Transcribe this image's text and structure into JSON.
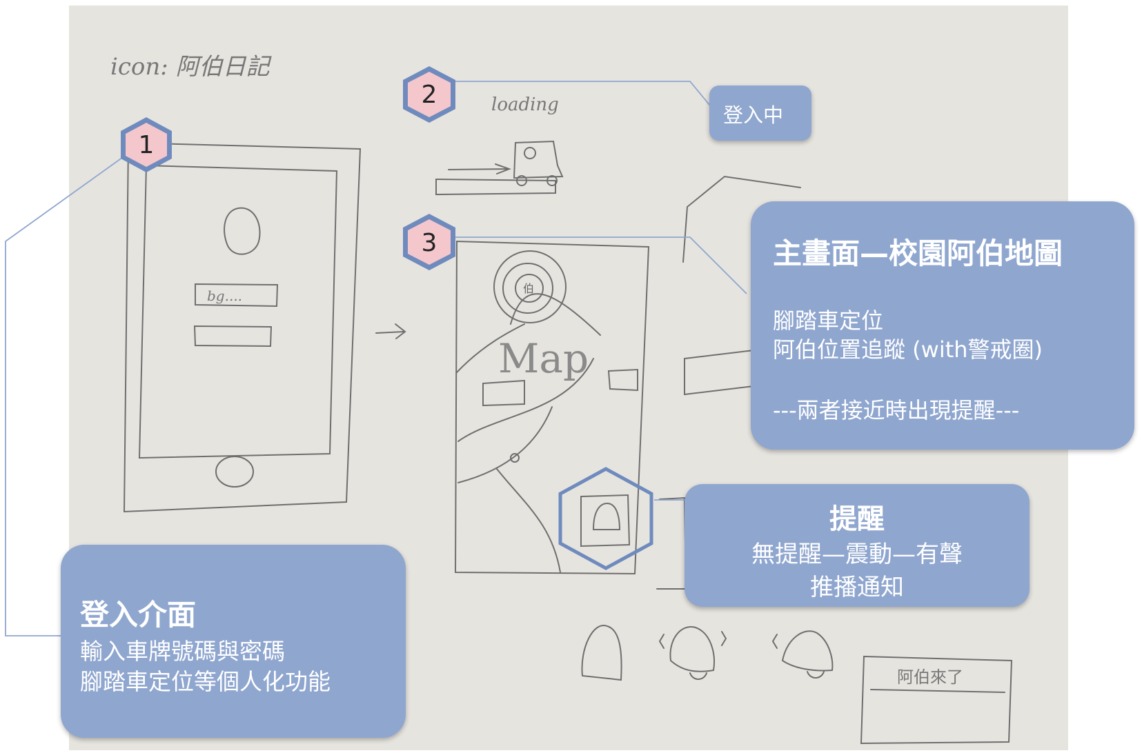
{
  "sketch_text": {
    "icon_note": "icon: 阿伯日記",
    "loading": "loading",
    "map": "Map",
    "pin": "伯",
    "username_field": "bg....",
    "notification": "阿伯來了"
  },
  "badges": [
    {
      "number": "1"
    },
    {
      "number": "2"
    },
    {
      "number": "3"
    }
  ],
  "callouts": {
    "login": {
      "title": "登入介面",
      "line1": "輸入車牌號碼與密碼",
      "line2": "腳踏車定位等個人化功能"
    },
    "loading": {
      "title": "登入中"
    },
    "main": {
      "title": "主畫面—校園阿伯地圖",
      "line1": "腳踏車定位",
      "line2": "阿伯位置追蹤 (with警戒圈)",
      "line3": "---兩者接近時出現提醒---"
    },
    "reminder": {
      "title": "提醒",
      "line1": "無提醒—震動—有聲",
      "line2": "推播通知"
    }
  },
  "colors": {
    "callout_fill": "#8fa6cf",
    "badge_fill": "#f4c7cc",
    "badge_border": "#6f8bbd",
    "connector": "#8fa6cf",
    "pencil": "#6e6e6e",
    "paper": "#e6e4df"
  }
}
